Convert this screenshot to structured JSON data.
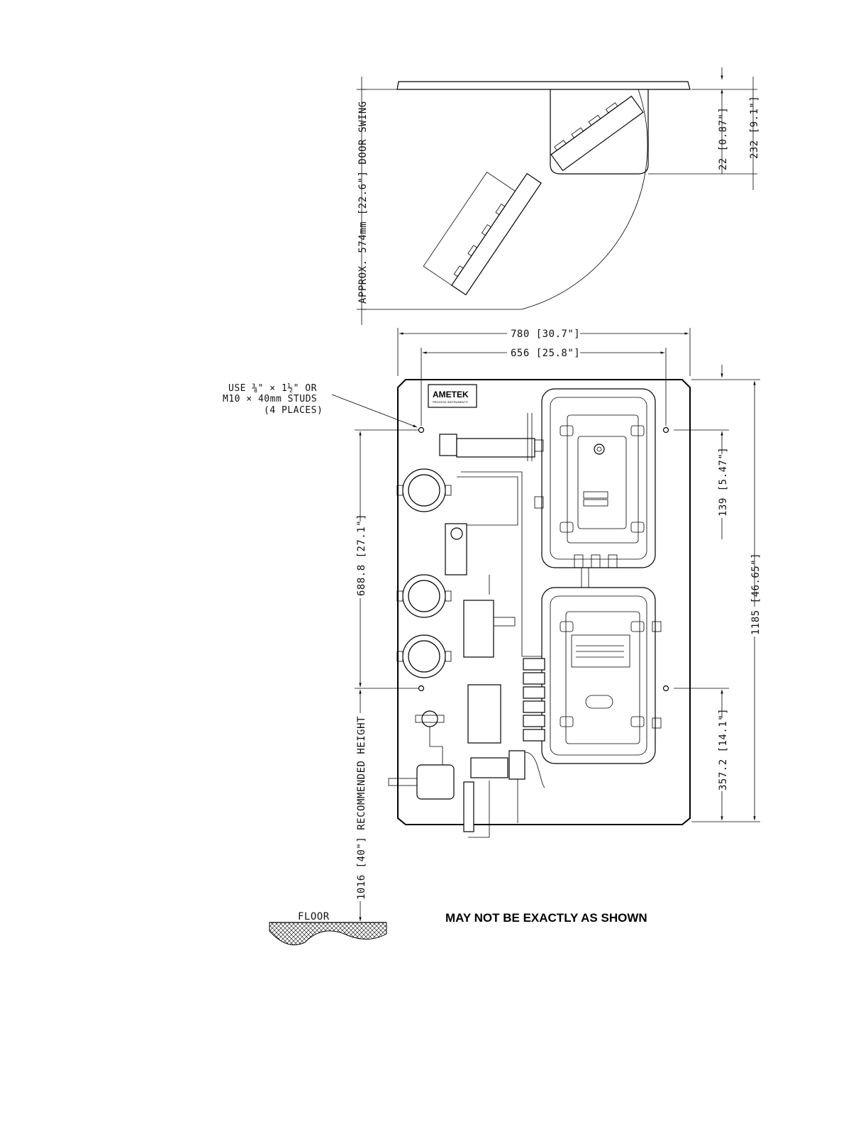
{
  "top_view": {
    "door_swing": "APPROX. 574mm [22.6\"] DOOR SWING",
    "dim_small": "22 [0.87\"]",
    "dim_depth": "232 [9.1\"]"
  },
  "front_view": {
    "width_overall": "780 [30.7\"]",
    "width_studs": "656 [25.8\"]",
    "height_overall": "1185 [46.65\"]",
    "top_to_stud": "139 [5.47\"]",
    "stud_spacing": "688.8 [27.1\"]",
    "bottom_to_stud": "357.2 [14.1\"]",
    "stud_note": [
      "USE ⅜\" × 1½\" OR",
      "M10 × 40mm STUDS",
      "(4 PLACES)"
    ],
    "recommended_height": "1016 [40\"] RECOMMENDED HEIGHT",
    "floor_label": "FLOOR",
    "logo_text": "AMETEK",
    "logo_sub": "PROCESS INSTRUMENTS"
  },
  "caption": "MAY NOT BE EXACTLY AS SHOWN"
}
